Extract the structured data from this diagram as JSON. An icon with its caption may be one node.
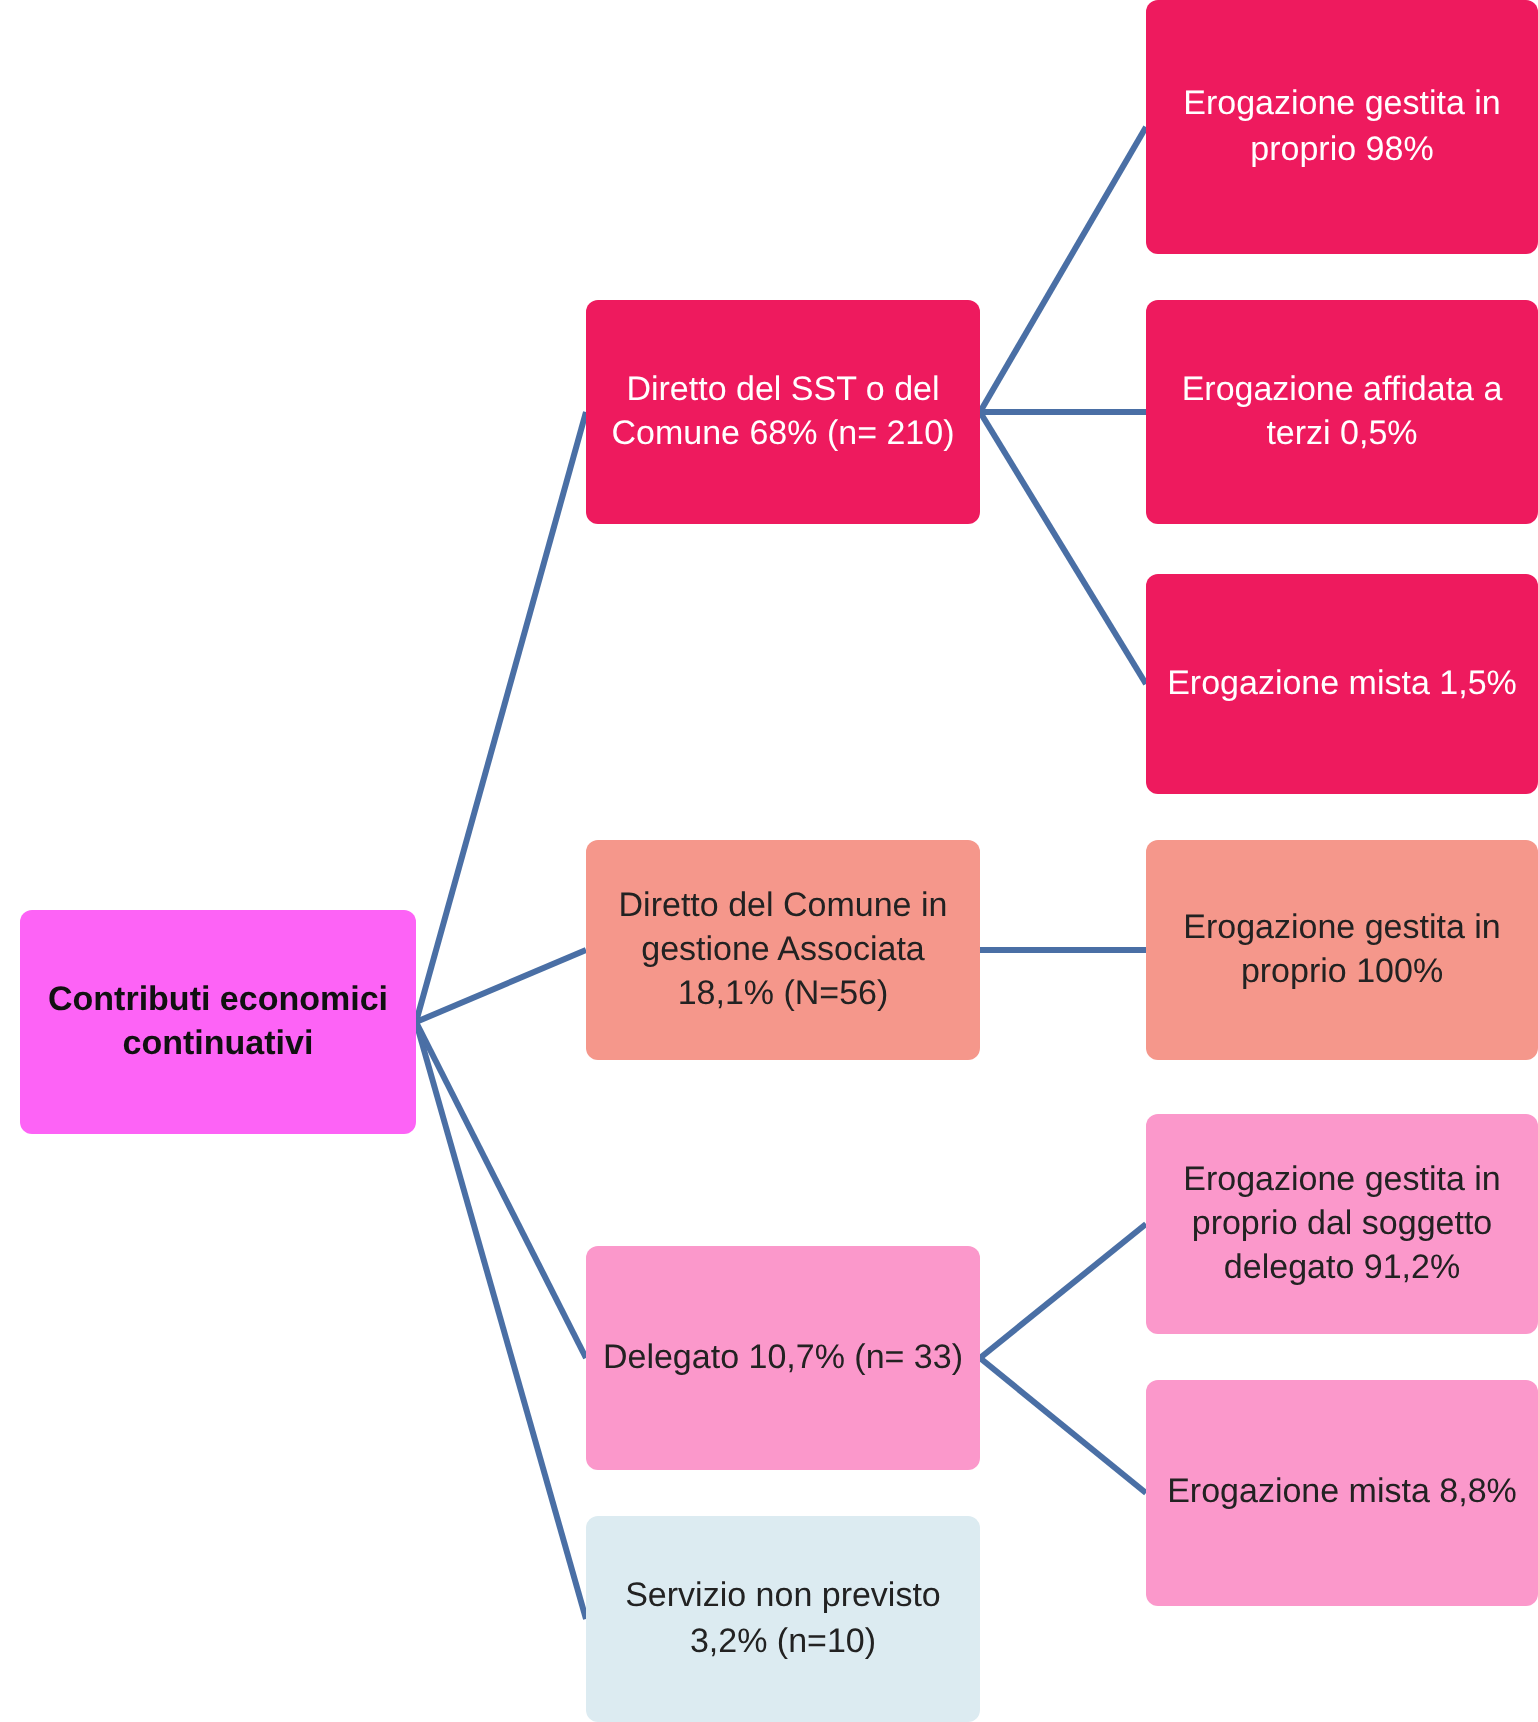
{
  "diagram": {
    "nodes": [
      {
        "text": [
          "Contributi economici continuativi"
        ]
      },
      {
        "text": [
          "Diretto del SST o del Comune 68% (n= 210)"
        ]
      },
      {
        "text": [
          "Erogazione gestita in proprio 98%"
        ]
      },
      {
        "text": [
          "Erogazione affidata a terzi 0,5%"
        ]
      },
      {
        "text": [
          "Erogazione mista 1,5%"
        ]
      },
      {
        "text": [
          "Diretto del Comune in gestione Associata 18,1% (N=56)"
        ]
      },
      {
        "text": [
          "Erogazione gestita in proprio 100%"
        ]
      },
      {
        "text": [
          "Delegato 10,7% (n= 33)"
        ]
      },
      {
        "text": [
          "Erogazione gestita in proprio dal soggetto delegato 91,2%"
        ]
      },
      {
        "text": [
          "Erogazione mista 8,8%"
        ]
      },
      {
        "text": [
          "Servizio non previsto 3,2% (n=10)"
        ]
      }
    ],
    "edges": [
      {
        "from": 0,
        "to": 1,
        "arrow": "none"
      },
      {
        "from": 0,
        "to": 5,
        "arrow": "none"
      },
      {
        "from": 0,
        "to": 7,
        "arrow": "none"
      },
      {
        "from": 0,
        "to": 10,
        "arrow": "none"
      },
      {
        "from": 1,
        "to": 2,
        "arrow": "none"
      },
      {
        "from": 1,
        "to": 3,
        "arrow": "none"
      },
      {
        "from": 1,
        "to": 4,
        "arrow": "none"
      },
      {
        "from": 5,
        "to": 6,
        "arrow": "none"
      },
      {
        "from": 7,
        "to": 8,
        "arrow": "none"
      },
      {
        "from": 7,
        "to": 9,
        "arrow": "none"
      }
    ]
  }
}
